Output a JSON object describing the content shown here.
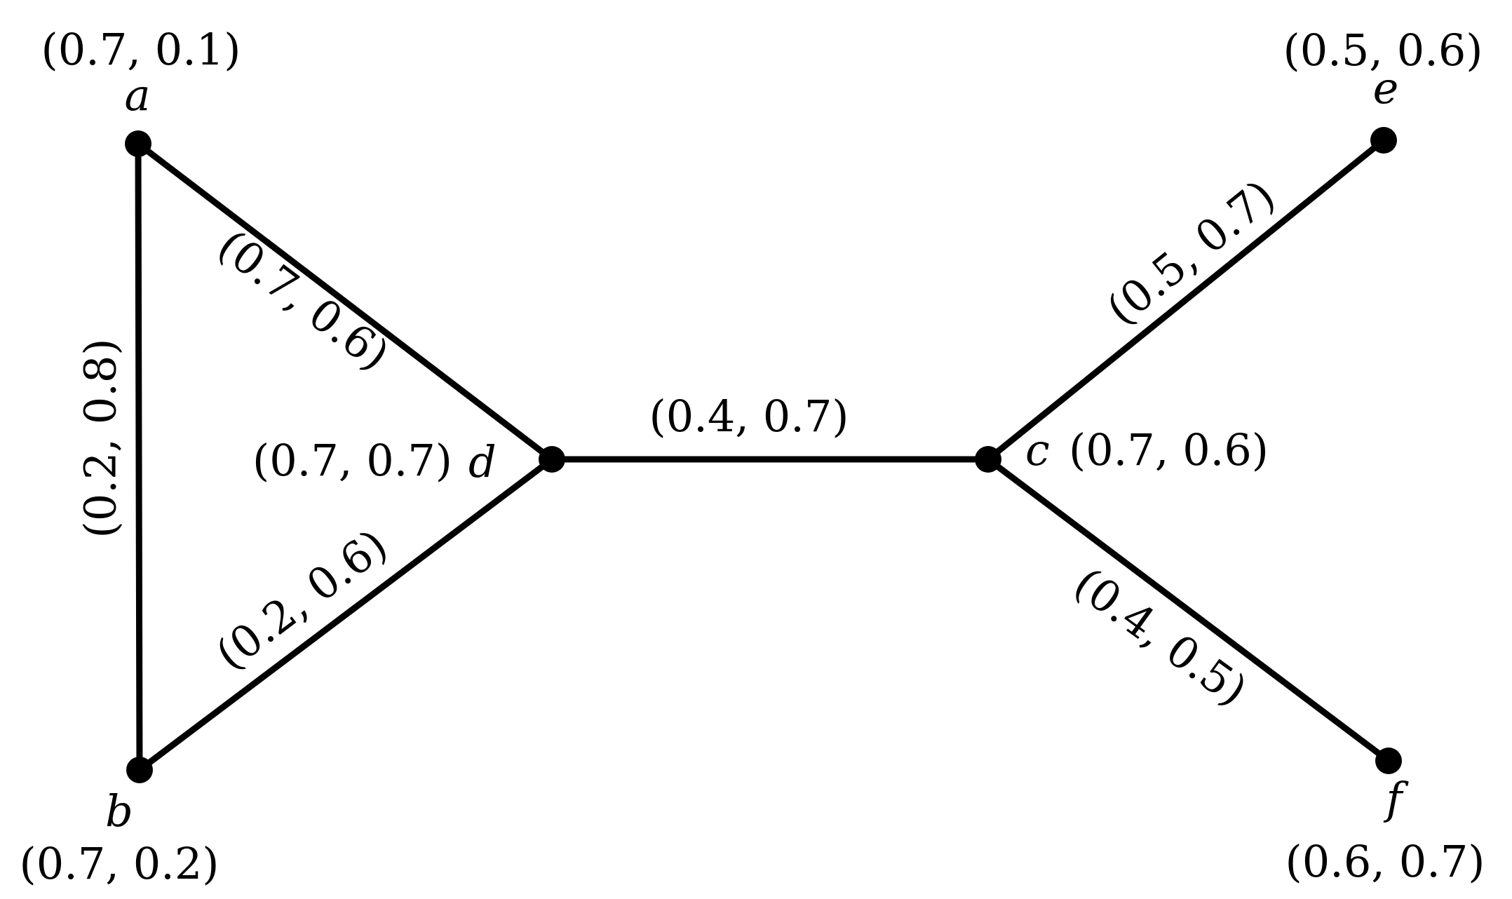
{
  "nodes": [
    {
      "id": "a",
      "label": "a",
      "value": "(0.7, 0.1)"
    },
    {
      "id": "b",
      "label": "b",
      "value": "(0.7, 0.2)"
    },
    {
      "id": "c",
      "label": "c",
      "value": "(0.7, 0.6)"
    },
    {
      "id": "d",
      "label": "d",
      "value": "(0.7, 0.7)"
    },
    {
      "id": "e",
      "label": "e",
      "value": "(0.5, 0.6)"
    },
    {
      "id": "f",
      "label": "f",
      "value": "(0.6, 0.7)"
    }
  ],
  "edges": [
    {
      "from": "a",
      "to": "b",
      "label": "(0.2, 0.8)"
    },
    {
      "from": "a",
      "to": "d",
      "label": "(0.7, 0.6)"
    },
    {
      "from": "b",
      "to": "d",
      "label": "(0.2, 0.6)"
    },
    {
      "from": "d",
      "to": "c",
      "label": "(0.4, 0.7)"
    },
    {
      "from": "c",
      "to": "e",
      "label": "(0.5, 0.7)"
    },
    {
      "from": "c",
      "to": "f",
      "label": "(0.4, 0.5)"
    }
  ],
  "colors": {
    "ink": "#000000",
    "background": "#ffffff"
  }
}
